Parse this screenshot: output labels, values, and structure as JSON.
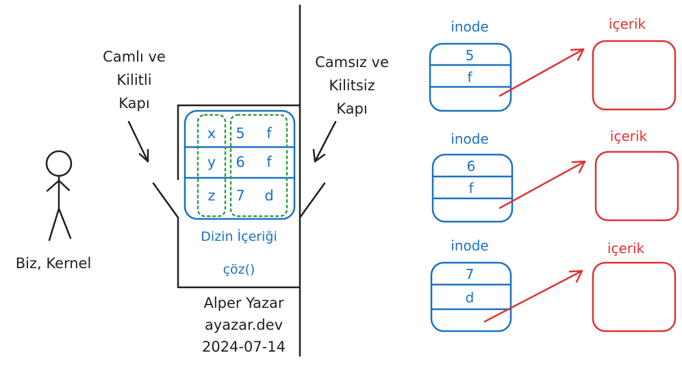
{
  "actor": {
    "label": "Biz, Kernel"
  },
  "doors": {
    "glass": [
      "Camlı ve",
      "Kilitli",
      "Kapı"
    ],
    "glassless": [
      "Camsız ve",
      "Kilitsiz",
      "Kapı"
    ]
  },
  "directory": {
    "entries": [
      {
        "name": "x",
        "inode": "5",
        "type": "f"
      },
      {
        "name": "y",
        "inode": "6",
        "type": "f"
      },
      {
        "name": "z",
        "inode": "7",
        "type": "d"
      }
    ],
    "label": "Dizin İçeriği",
    "function": "çöz()"
  },
  "signature": [
    "Alper Yazar",
    "ayazar.dev",
    "2024-07-14"
  ],
  "inodes": [
    {
      "title": "inode",
      "number": "5",
      "type": "f",
      "content_label": "içerik"
    },
    {
      "title": "inode",
      "number": "6",
      "type": "f",
      "content_label": "içerik"
    },
    {
      "title": "inode",
      "number": "7",
      "type": "d",
      "content_label": "içerik"
    }
  ],
  "colors": {
    "ink": "#1e1e1e",
    "blue": "#1971c2",
    "red": "#e03131",
    "green": "#2f9e44"
  }
}
